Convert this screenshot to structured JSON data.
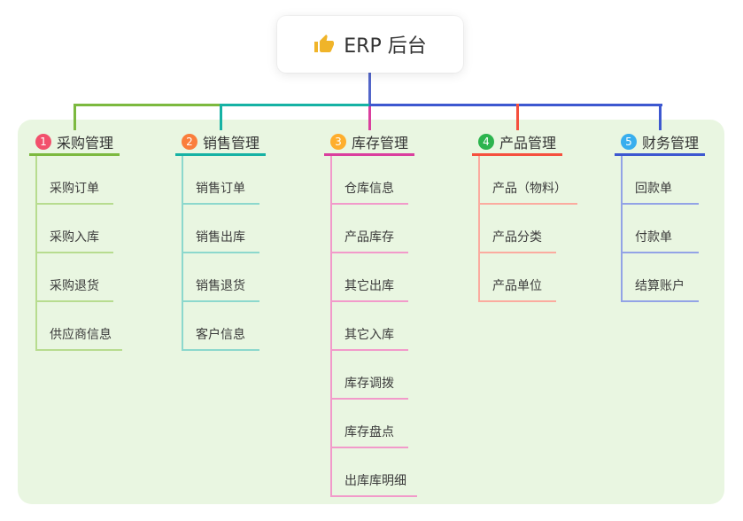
{
  "root": {
    "title": "ERP 后台",
    "icon": "thumbs-up",
    "icon_color": "#f0b429"
  },
  "canvas": {
    "panel_color": "#e9f6e1",
    "background": "#ffffff"
  },
  "connectors": {
    "root_drop_color": "#5366c9"
  },
  "branches": [
    {
      "num": "1",
      "label": "采购管理",
      "badge_color": "#f2506c",
      "line_color": "#7cb93f",
      "sub_line_color": "#b7dc8f",
      "items": [
        "采购订单",
        "采购入库",
        "采购退货",
        "供应商信息"
      ]
    },
    {
      "num": "2",
      "label": "销售管理",
      "badge_color": "#fa7e3c",
      "line_color": "#16b2a4",
      "sub_line_color": "#8cd8cd",
      "items": [
        "销售订单",
        "销售出库",
        "销售退货",
        "客户信息"
      ]
    },
    {
      "num": "3",
      "label": "库存管理",
      "badge_color": "#feae2d",
      "line_color": "#da3f9e",
      "sub_line_color": "#f29aca",
      "items": [
        "仓库信息",
        "产品库存",
        "其它出库",
        "其它入库",
        "库存调拨",
        "库存盘点",
        "出库库明细"
      ]
    },
    {
      "num": "4",
      "label": "产品管理",
      "badge_color": "#2cb44e",
      "line_color": "#f5503e",
      "sub_line_color": "#fbab9f",
      "items": [
        "产品（物料）",
        "产品分类",
        "产品单位"
      ]
    },
    {
      "num": "5",
      "label": "财务管理",
      "badge_color": "#38aeee",
      "line_color": "#3d58d0",
      "sub_line_color": "#93a3e6",
      "items": [
        "回款单",
        "付款单",
        "结算账户"
      ]
    }
  ]
}
